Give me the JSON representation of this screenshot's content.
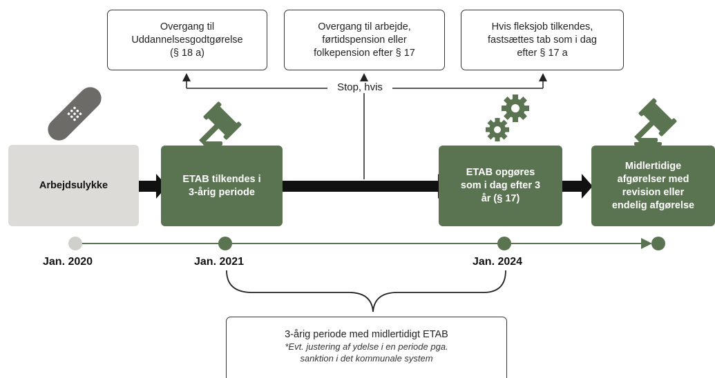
{
  "top_boxes": [
    {
      "id": "uddannelse",
      "lines": [
        "Overgang til",
        "Uddannelsesgodtgørelse",
        "(§ 18 a)"
      ]
    },
    {
      "id": "arbejde",
      "lines": [
        "Overgang til arbejde,",
        "førtidspension eller",
        "folkepension efter § 17"
      ]
    },
    {
      "id": "fleksjob",
      "lines": [
        "Hvis fleksjob tilkendes,",
        "fastsættes tab som i dag",
        "efter § 17 a"
      ]
    }
  ],
  "stop_label": "Stop, hvis",
  "stages": [
    {
      "id": "arbejdsulykke",
      "lines": [
        "Arbejdsulykke"
      ],
      "style": "grey",
      "icon": "bandage-icon"
    },
    {
      "id": "etab-tilkendes",
      "lines": [
        "ETAB tilkendes i",
        "3-årig periode"
      ],
      "style": "green",
      "icon": "gavel-icon"
    },
    {
      "id": "etab-opgoeres",
      "lines": [
        "ETAB opgøres",
        "som i dag efter 3",
        "år (§ 17)"
      ],
      "style": "green",
      "icon": "gears-icon"
    },
    {
      "id": "midlertidige",
      "lines": [
        "Midlertidige",
        "afgørelser med",
        "revision eller",
        "endelig afgørelse"
      ],
      "style": "green",
      "icon": "gavel-icon"
    }
  ],
  "timeline": [
    {
      "label": "Jan. 2020"
    },
    {
      "label": "Jan. 2021"
    },
    {
      "label": "Jan. 2024"
    }
  ],
  "period_box": {
    "title": "3-årig periode med midlertidigt ETAB",
    "note_lines": [
      "*Evt. justering af ydelse i en periode pga.",
      "sanktion i det kommunale system"
    ]
  },
  "colors": {
    "green": "#5a7350",
    "grey_box": "#dcdbd7",
    "grey_icon": "#6d6b68",
    "timeline_line": "#5a7350",
    "timeline_start_dot": "#cfcfcc"
  }
}
